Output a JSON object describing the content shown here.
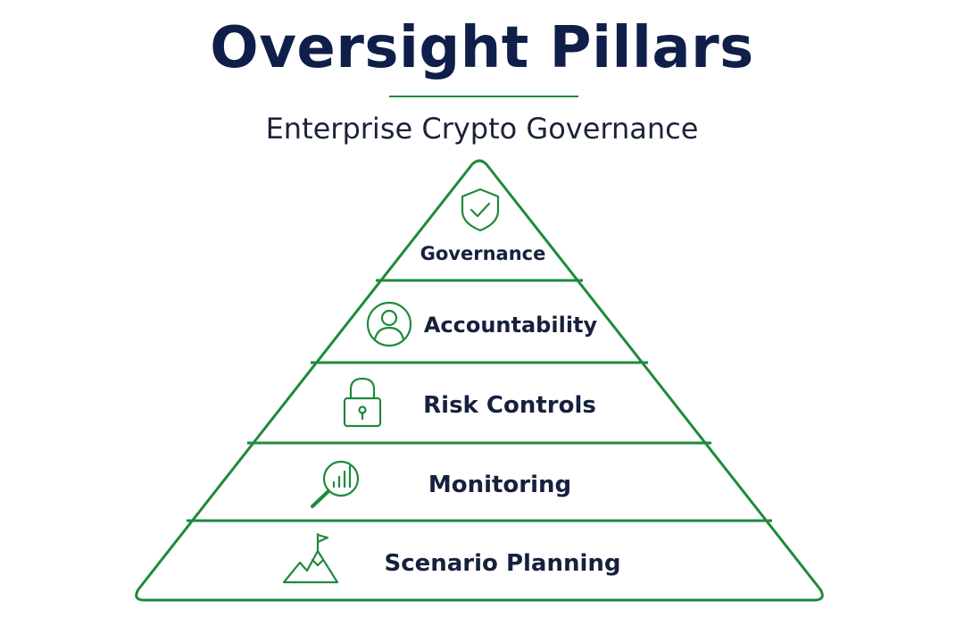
{
  "header": {
    "title": "Oversight Pillars",
    "subtitle": "Enterprise Crypto Governance"
  },
  "colors": {
    "accent": "#1e8a3c",
    "text": "#16213e",
    "title": "#0f1f4a",
    "background": "#ffffff"
  },
  "pyramid": {
    "tiers": [
      {
        "label": "Governance",
        "icon": "shield-check-icon"
      },
      {
        "label": "Accountability",
        "icon": "user-circle-icon"
      },
      {
        "label": "Risk Controls",
        "icon": "padlock-icon"
      },
      {
        "label": "Monitoring",
        "icon": "magnifier-chart-icon"
      },
      {
        "label": "Scenario Planning",
        "icon": "mountain-flag-icon"
      }
    ]
  }
}
